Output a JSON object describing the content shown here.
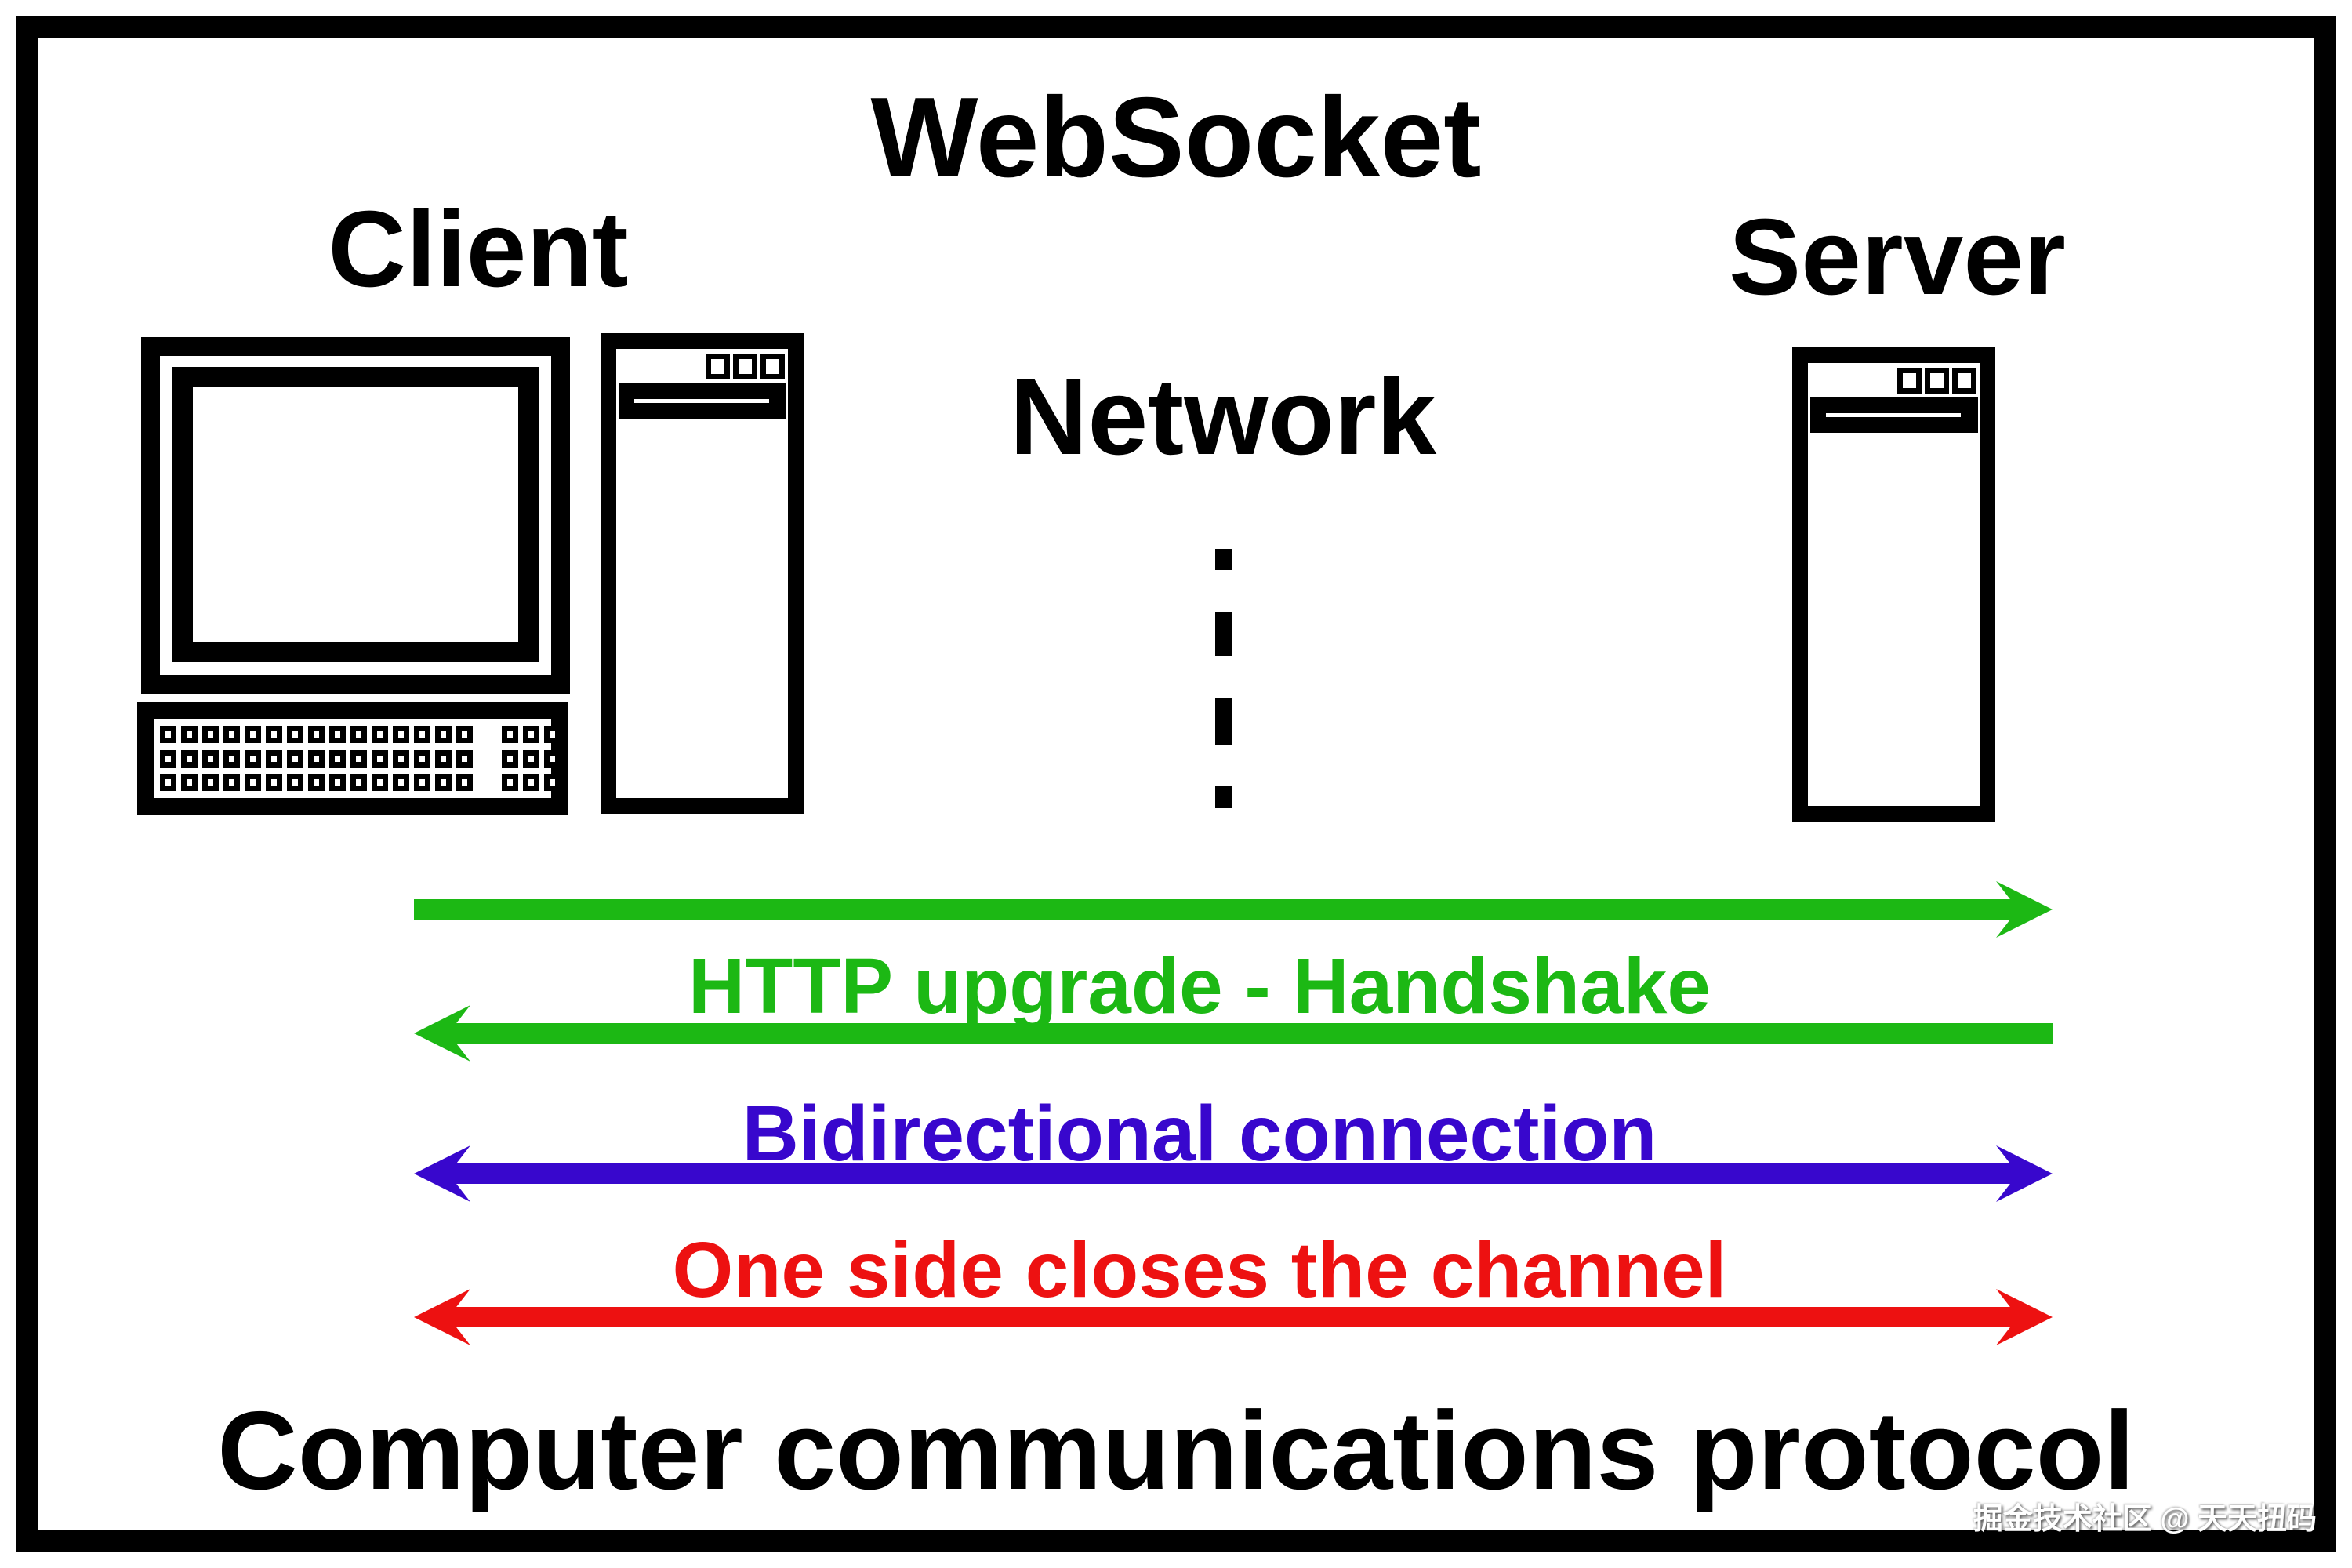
{
  "diagram": {
    "title": "WebSocket",
    "nodes": {
      "client": "Client",
      "server": "Server",
      "network": "Network"
    },
    "colors": {
      "green": "#1cb814",
      "blue": "#3807cd",
      "red": "#ed1111"
    },
    "flows": [
      {
        "label": "HTTP upgrade - Handshake",
        "color": "green",
        "direction": "client-to-server then server-to-client"
      },
      {
        "label": "Bidirectional connection",
        "color": "blue",
        "direction": "both"
      },
      {
        "label": "One side closes the channel",
        "color": "red",
        "direction": "both"
      }
    ],
    "footer": "Computer communications protocol",
    "watermark": "掘金技术社区 @ 天天扭码",
    "icons": {
      "keyboard": {
        "rows": 3,
        "main_keys": 15,
        "side_keys": 3
      },
      "tower_lights": 3
    }
  }
}
